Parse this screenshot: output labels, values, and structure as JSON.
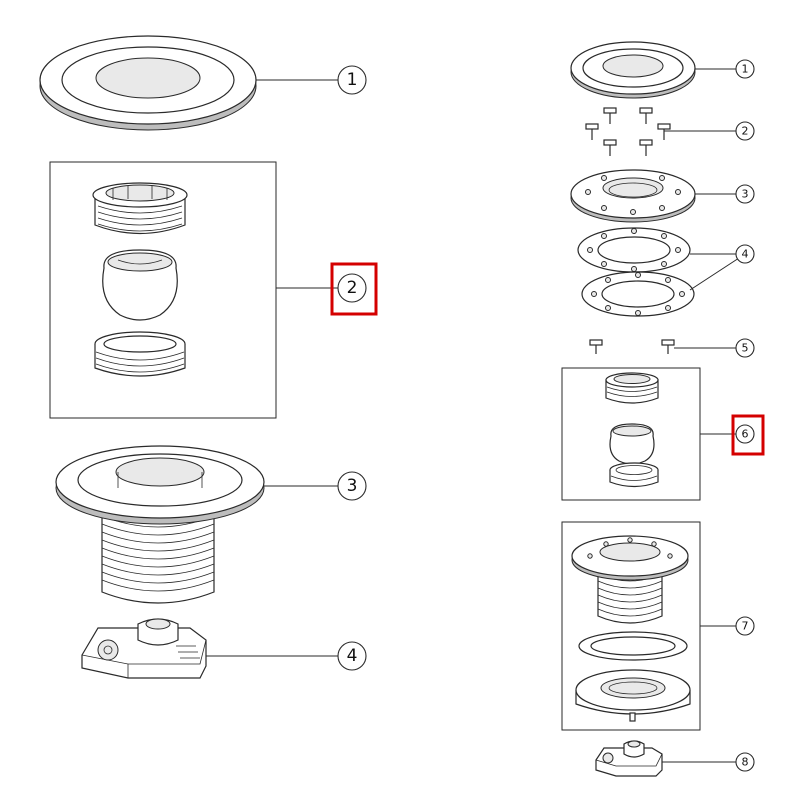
{
  "diagram": {
    "left_callouts": [
      "1",
      "2",
      "3",
      "4"
    ],
    "right_callouts": [
      "1",
      "2",
      "3",
      "4",
      "5",
      "6",
      "7",
      "8"
    ],
    "highlight_color": "#d40000"
  }
}
